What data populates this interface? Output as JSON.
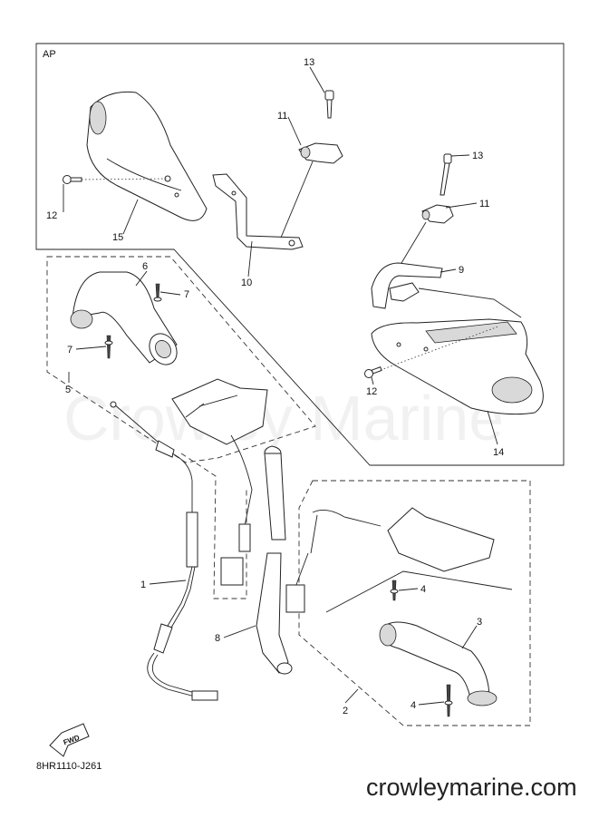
{
  "diagram": {
    "frame_label": "AP",
    "watermark": "Crowley Marine",
    "diagram_code": "8HR1110-J261",
    "site": "crowleymarine.com",
    "fwd_label": "FWD",
    "callouts": {
      "c1": "1",
      "c2": "2",
      "c3": "3",
      "c4a": "4",
      "c4b": "4",
      "c5": "5",
      "c6": "6",
      "c7a": "7",
      "c7b": "7",
      "c8": "8",
      "c9": "9",
      "c10": "10",
      "c11a": "11",
      "c11b": "11",
      "c12a": "12",
      "c12b": "12",
      "c13a": "13",
      "c13b": "13",
      "c14": "14",
      "c15": "15"
    }
  }
}
